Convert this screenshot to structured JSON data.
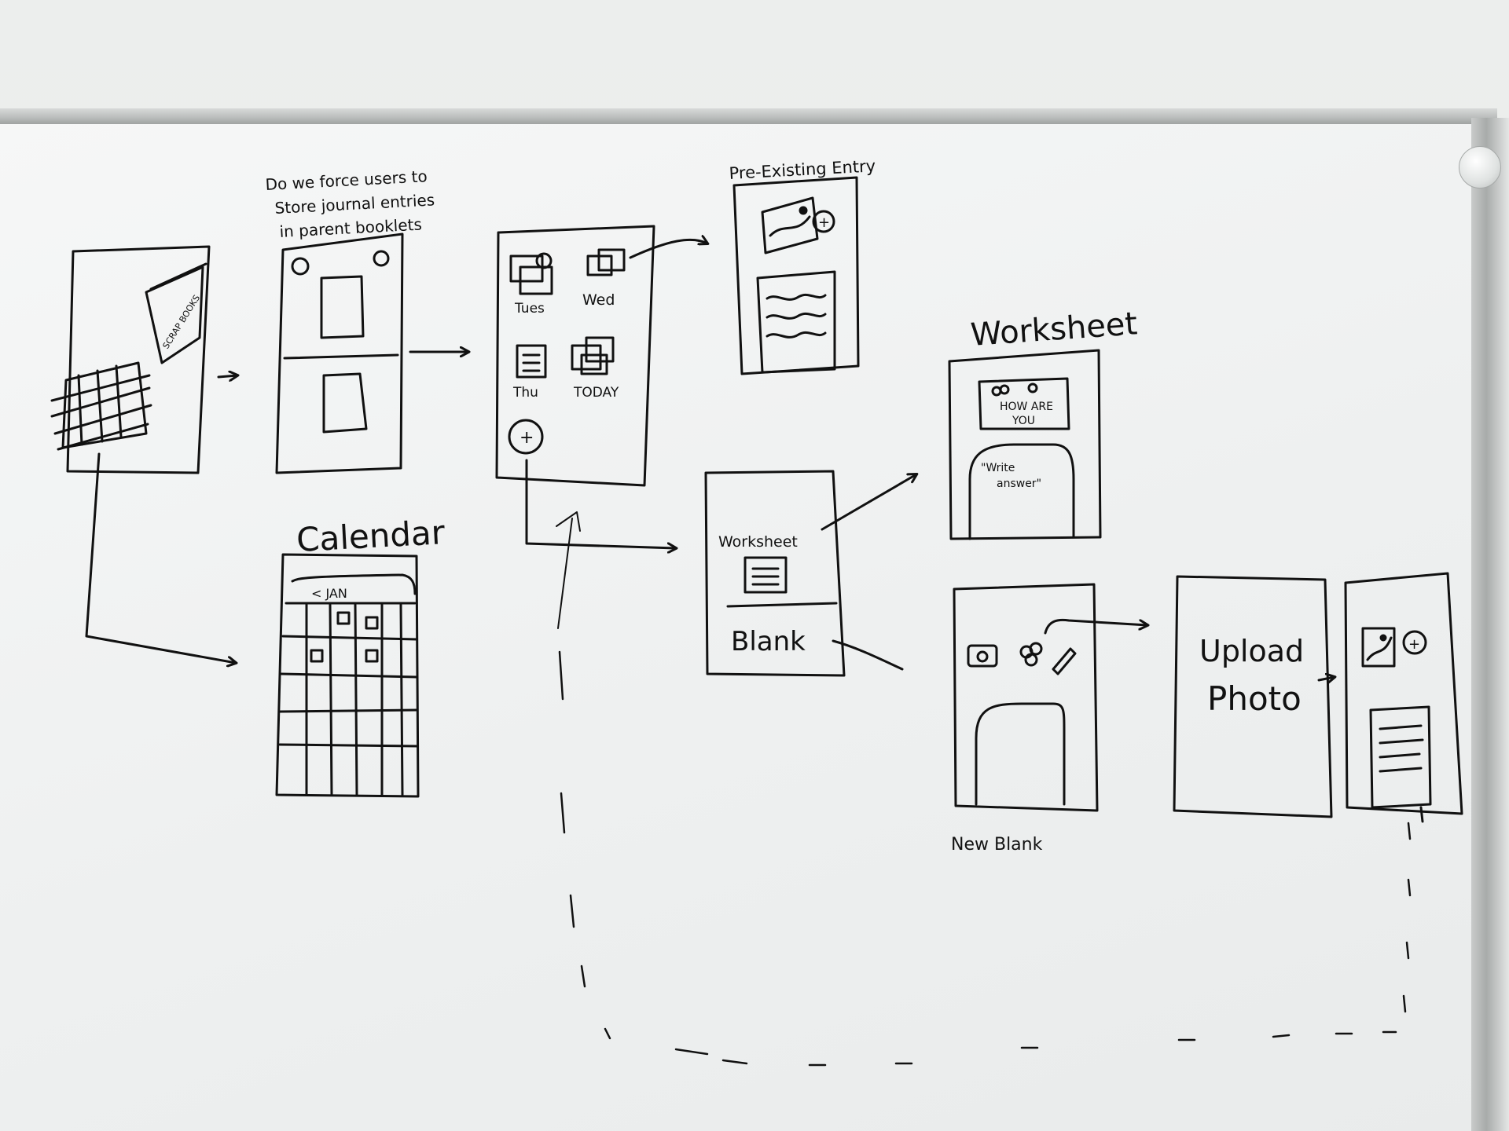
{
  "colors": {
    "ink": "#111111",
    "board": "#f2f4f4",
    "frame": "#b0b3b2"
  },
  "notes": {
    "question_line1": "Do we force users to",
    "question_line2": "Store journal entries",
    "question_line3": "in parent booklets",
    "booklet_label": "SCRAP BOOKS"
  },
  "screens": {
    "calendar": {
      "title": "Calendar",
      "month": "< JAN"
    },
    "day_list": {
      "tues": "Tues",
      "wed": "Wed",
      "thu": "Thu",
      "today": "TODAY",
      "add": "+"
    },
    "pre_existing": {
      "title": "Pre-Existing Entry",
      "add": "+"
    },
    "chooser": {
      "worksheet": "Worksheet",
      "blank": "Blank"
    },
    "worksheet": {
      "title": "Worksheet",
      "prompt_line1": "HOW ARE",
      "prompt_line2": "YOU",
      "answer_line1": "\"Write",
      "answer_line2": "answer\""
    },
    "new_blank": {
      "title": "New Blank"
    },
    "upload": {
      "line1": "Upload",
      "line2": "Photo"
    },
    "result": {
      "add": "+"
    }
  },
  "icons": [
    "booklet-icon",
    "calendar-grid-icon",
    "photo-stack-icon",
    "document-icon",
    "plus-circle-icon",
    "camera-icon",
    "sticker-icon",
    "pencil-icon",
    "photo-icon"
  ]
}
